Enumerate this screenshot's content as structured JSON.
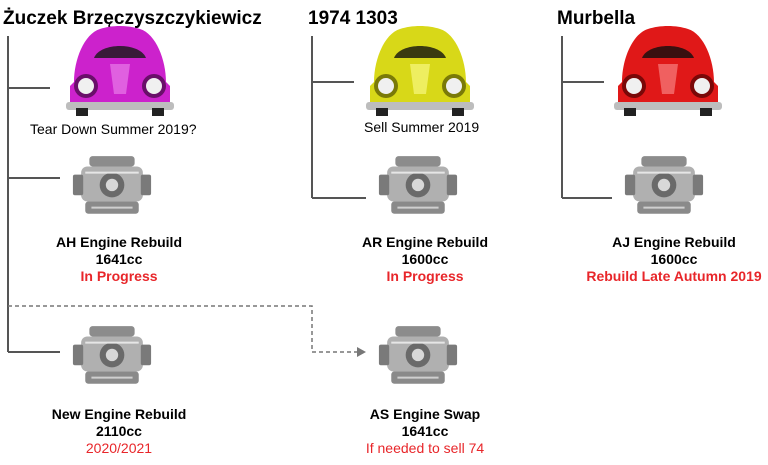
{
  "columns": [
    {
      "title": "Żuczek Brzęczyszczykiewicz",
      "car_color": "#cc22cc",
      "car_caption": "Tear Down Summer 2019?",
      "engines": [
        {
          "name": "AH Engine Rebuild",
          "cc": "1641cc",
          "status": "In Progress"
        },
        {
          "name": "New Engine Rebuild",
          "cc": "2110cc",
          "status": "2020/2021"
        }
      ]
    },
    {
      "title": "1974 1303",
      "car_color": "#d8d818",
      "car_caption": "Sell Summer 2019",
      "engines": [
        {
          "name": "AR Engine Rebuild",
          "cc": "1600cc",
          "status": "In Progress"
        },
        {
          "name": "AS Engine Swap",
          "cc": "1641cc",
          "status": "If needed to sell 74"
        }
      ]
    },
    {
      "title": "Murbella",
      "car_color": "#e01818",
      "engines": [
        {
          "name": "AJ Engine Rebuild",
          "cc": "1600cc",
          "status": "Rebuild Late Autumn 2019"
        }
      ]
    }
  ],
  "colors": {
    "status_red": "#e8262a",
    "line": "#555555"
  }
}
